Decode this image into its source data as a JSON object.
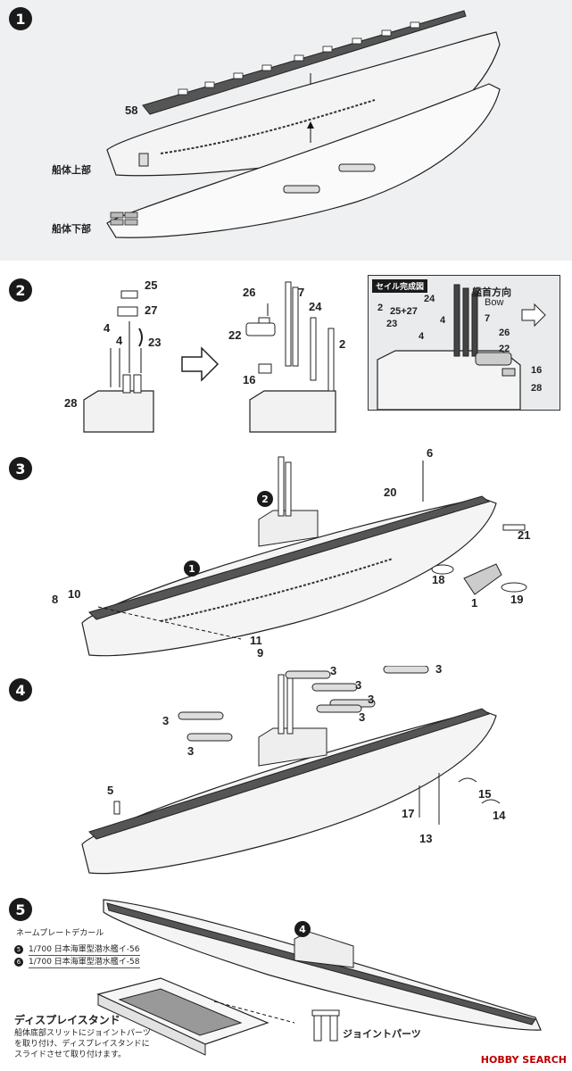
{
  "steps": {
    "s1": {
      "number": "1",
      "labels": {
        "p58": "58",
        "upper": "船体上部",
        "lower": "船体下部"
      }
    },
    "s2": {
      "number": "2",
      "left": {
        "p25": "25",
        "p27": "27",
        "p4": "4",
        "p23": "23",
        "p28": "28"
      },
      "right": {
        "p26": "26",
        "p7": "7",
        "p24": "24",
        "p22": "22",
        "p2": "2",
        "p16": "16"
      },
      "inset": {
        "title": "セイル完成図",
        "bow_jp": "艦首方向",
        "bow_en": "Bow",
        "p2": "2",
        "p2527": "25+27",
        "p24": "24",
        "p23": "23",
        "p4a": "4",
        "p4b": "4",
        "p7": "7",
        "p26": "26",
        "p22": "22",
        "p16": "16",
        "p28": "28"
      }
    },
    "s3": {
      "number": "3",
      "sub1": "1",
      "sub2": "2",
      "labels": {
        "p6": "6",
        "p20": "20",
        "p21": "21",
        "p18": "18",
        "p1": "1",
        "p19": "19",
        "p8": "8",
        "p10": "10",
        "p11": "11",
        "p9": "9"
      }
    },
    "s4": {
      "number": "4",
      "labels": {
        "p3a": "3",
        "p3b": "3",
        "p3c": "3",
        "p3d": "3",
        "p3e": "3",
        "p3f": "3",
        "p3g": "3",
        "p5": "5",
        "p15": "15",
        "p17": "17",
        "p14": "14",
        "p13": "13"
      }
    },
    "s5": {
      "number": "5",
      "sub4": "4",
      "decal_title": "ネームプレートデカール",
      "decals": [
        {
          "mark": "5",
          "text": "1/700 日本海軍型潜水艦イ-56"
        },
        {
          "mark": "6",
          "text": "1/700 日本海軍型潜水艦イ-58"
        }
      ],
      "stand_title": "ディスプレイスタンド",
      "stand_note_1": "船体底部スリットにジョイントパーツ",
      "stand_note_2": "を取り付け、ディスプレイスタンドに",
      "stand_note_3": "スライドさせて取り付けます。",
      "joint_label": "ジョイントパーツ"
    }
  },
  "watermark": "HOBBY SEARCH"
}
